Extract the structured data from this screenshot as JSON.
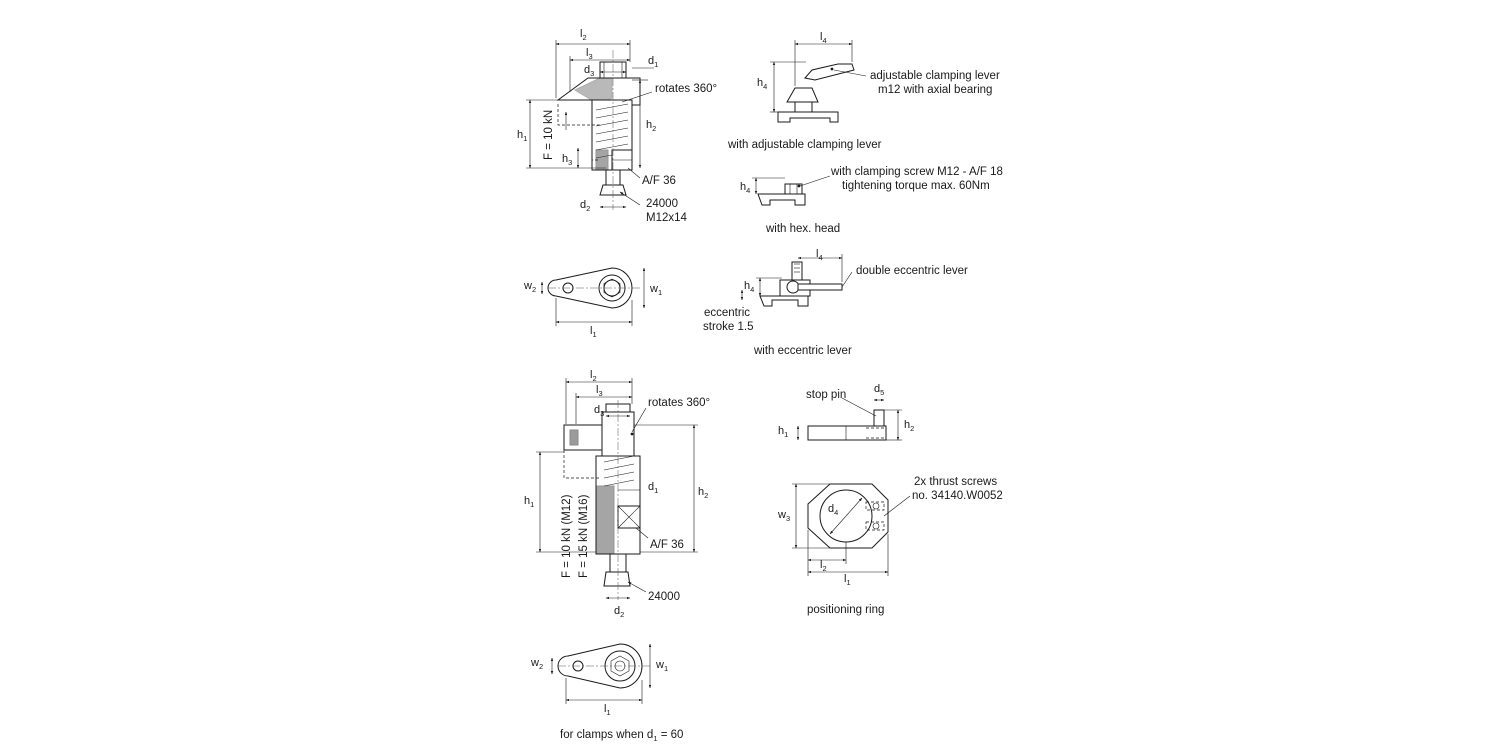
{
  "colors": {
    "line": "#1a1a1a",
    "background": "#ffffff"
  },
  "dims": {
    "l1": "l",
    "l2": "l",
    "l3": "l",
    "l4": "l",
    "d1": "d",
    "d2": "d",
    "d3": "d",
    "d4": "d",
    "d5": "d",
    "h1": "h",
    "h2": "h",
    "h3": "h",
    "h4": "h",
    "w1": "w",
    "w2": "w",
    "w3": "w",
    "sub1": "1",
    "sub2": "2",
    "sub3": "3",
    "sub4": "4",
    "sub5": "5"
  },
  "top": {
    "rotates": "rotates 360°",
    "force": "F = 10 kN",
    "af": "A/F 36",
    "part_no": "24000",
    "thread": "M12x14"
  },
  "variants": {
    "adjustable_lever_note1": "adjustable clamping lever",
    "adjustable_lever_note2": "m12 with axial bearing",
    "adjustable_lever_caption": "with adjustable clamping lever",
    "hex_note1": "with clamping screw M12 - A/F 18",
    "hex_note2": "tightening torque max. 60Nm",
    "hex_caption": "with hex. head",
    "eccentric_note": "double eccentric lever",
    "eccentric_stroke1": "eccentric",
    "eccentric_stroke2": "stroke 1.5",
    "eccentric_caption": "with eccentric lever"
  },
  "bottom": {
    "rotates": "rotates 360°",
    "force_m12": "F = 10 kN (M12)",
    "force_m16": "F = 15 kN (M16)",
    "af": "A/F 36",
    "part_no": "24000",
    "caption_prefix": "for clamps when d",
    "caption_suffix": " = 60"
  },
  "ring": {
    "stop_pin": "stop pin",
    "thrust1": "2x thrust screws",
    "thrust2": "no. 34140.W0052",
    "caption": "positioning ring"
  }
}
